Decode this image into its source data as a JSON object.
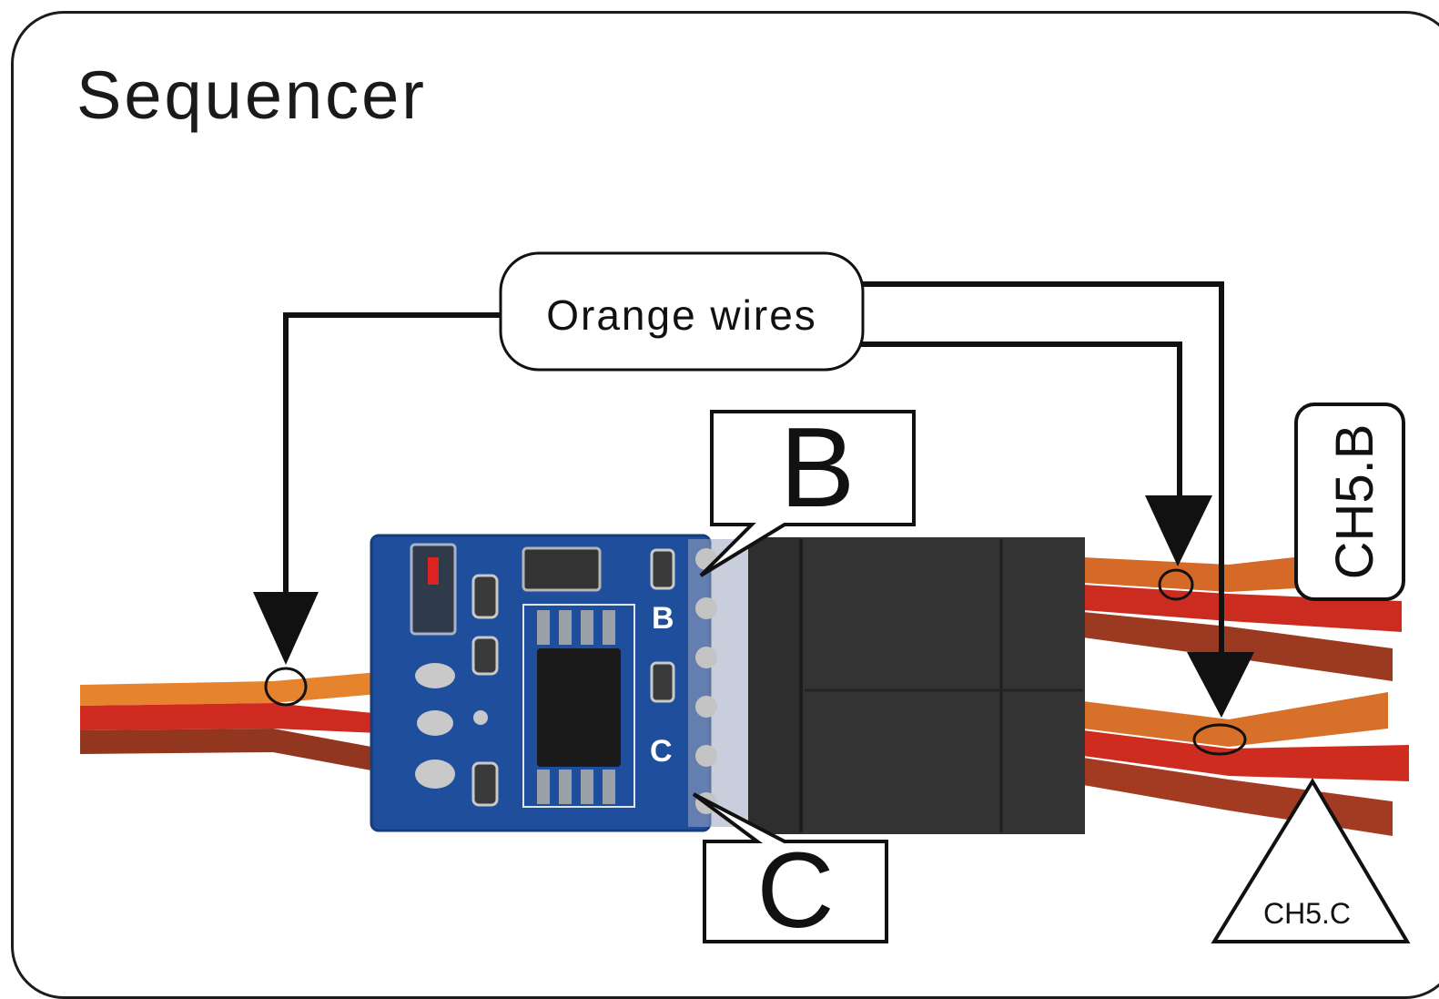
{
  "title": "Sequencer",
  "callout_orange": "Orange wires",
  "label_b_big": "B",
  "label_c_big": "C",
  "label_b_small": "B",
  "label_c_small": "C",
  "label_ch5b": "CH5.B",
  "label_ch5c": "CH5.C",
  "colors": {
    "board": "#1f4f9c",
    "connector": "#2b2b2b",
    "wire_orange": "#e07a2a",
    "wire_red": "#c8231c",
    "wire_brown": "#8a3320",
    "outline": "#111111"
  }
}
